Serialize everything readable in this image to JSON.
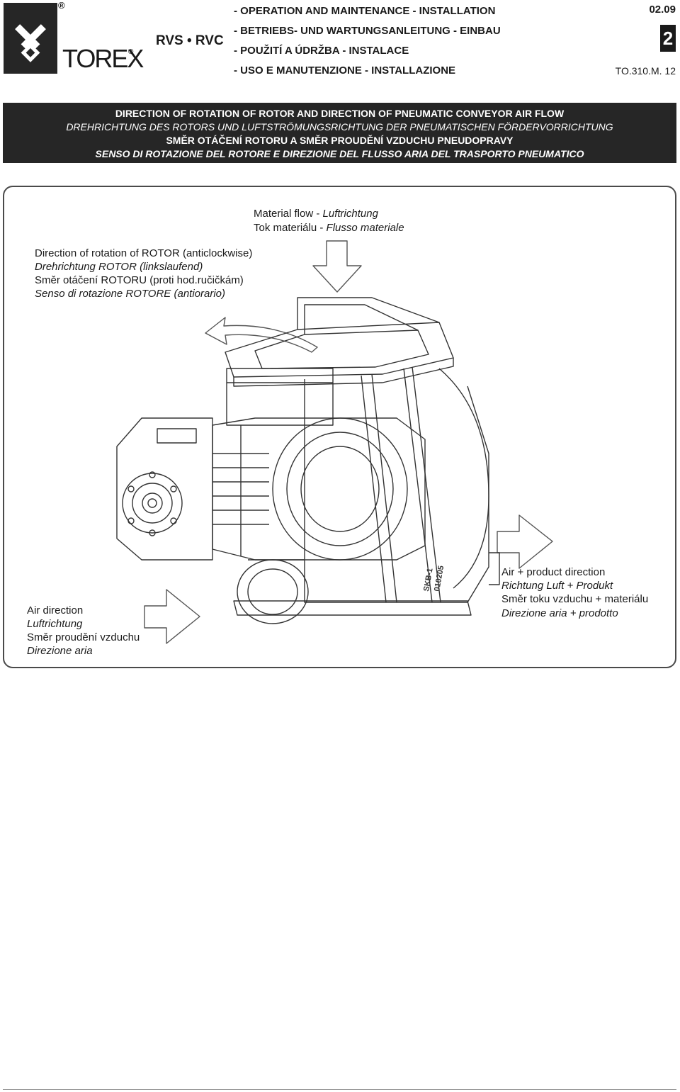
{
  "header": {
    "brand": "TOREX",
    "registered_mark": "®",
    "models": "RVS • RVC",
    "lines": [
      "- OPERATION AND MAINTENANCE - INSTALLATION",
      "- BETRIEBS- UND WARTUNGSANLEITUNG - EINBAU",
      "- POUŽITÍ A ÚDRŽBA - INSTALACE",
      "- USO E MANUTENZIONE - INSTALLAZIONE"
    ],
    "version": "02.09",
    "page_number": "2",
    "doc_ref": "TO.310.M. 12"
  },
  "title_band": {
    "en": "DIRECTION OF ROTATION OF ROTOR AND DIRECTION OF PNEUMATIC CONVEYOR AIR FLOW",
    "de": "DREHRICHTUNG DES ROTORS UND LUFTSTRÖMUNGSRICHTUNG DER PNEUMATISCHEN FÖRDERVORRICHTUNG",
    "cz": "SMĚR OTÁČENÍ ROTORU A SMĚR PROUDĚNÍ VZDUCHU PNEUDOPRAVY",
    "it": "SENSO DI ROTAZIONE DEL ROTORE E DIREZIONE DEL FLUSSO ARIA DEL TRASPORTO PNEUMATICO"
  },
  "figure": {
    "material_flow": {
      "line1_normal": "Material flow - ",
      "line1_italic": "Luftrichtung",
      "line2_normal": "Tok materiálu - ",
      "line2_italic": "Flusso materiale"
    },
    "rotation": {
      "en": "Direction of rotation of ROTOR (anticlockwise)",
      "de": "Drehrichtung ROTOR (linkslaufend)",
      "cz": "Směr otáčení ROTORU (proti hod.ručičkám)",
      "it": "Senso di rotazione ROTORE (antiorario)"
    },
    "air": {
      "en": "Air direction",
      "de": "Luftrichtung",
      "cz": "Směr proudění vzduchu",
      "it": "Direzione aria"
    },
    "air_product": {
      "en": "Air + product direction",
      "de": "Richtung Luft + Produkt",
      "cz": "Směr toku vzduchu + materiálu",
      "it": "Direzione aria + prodotto"
    },
    "nameplate": [
      "SKB-1",
      "010205"
    ]
  },
  "colors": {
    "dark_band": "#262626",
    "line": "#333333",
    "arrow_fill": "#ffffff"
  }
}
